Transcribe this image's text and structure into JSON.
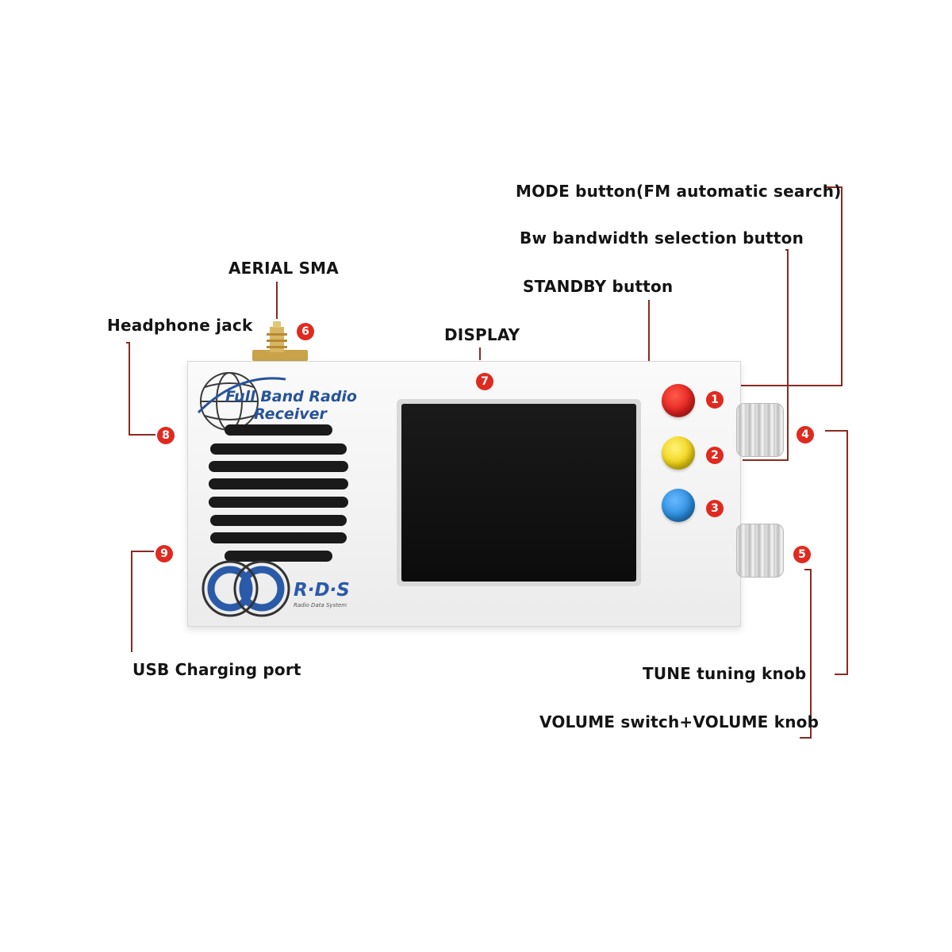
{
  "labels": {
    "mode_button": "MODE button(FM automatic search)",
    "bw_button": "Bw bandwidth selection button",
    "standby_button": "STANDBY button",
    "aerial_sma": "AERIAL SMA",
    "headphone_jack": "Headphone jack",
    "display": "DISPLAY",
    "usb_port": "USB Charging port",
    "tune_knob": "TUNE tuning knob",
    "volume_knob": "VOLUME switch+VOLUME knob"
  },
  "badges": {
    "b1": "1",
    "b2": "2",
    "b3": "3",
    "b4": "4",
    "b5": "5",
    "b6": "6",
    "b7": "7",
    "b8": "8",
    "b9": "9"
  },
  "device": {
    "logo_line1": "Full Band Radio",
    "logo_line2": "Receiver",
    "rds_logo": "R·D·S",
    "rds_subtitle": "Radio Data System"
  },
  "colors": {
    "badge": "#e02a1f",
    "leader_line": "#8a2a22",
    "button_red": "#e52420",
    "button_yellow": "#f2d619",
    "button_blue": "#2d8fe0",
    "logo_blue": "#27539a"
  }
}
